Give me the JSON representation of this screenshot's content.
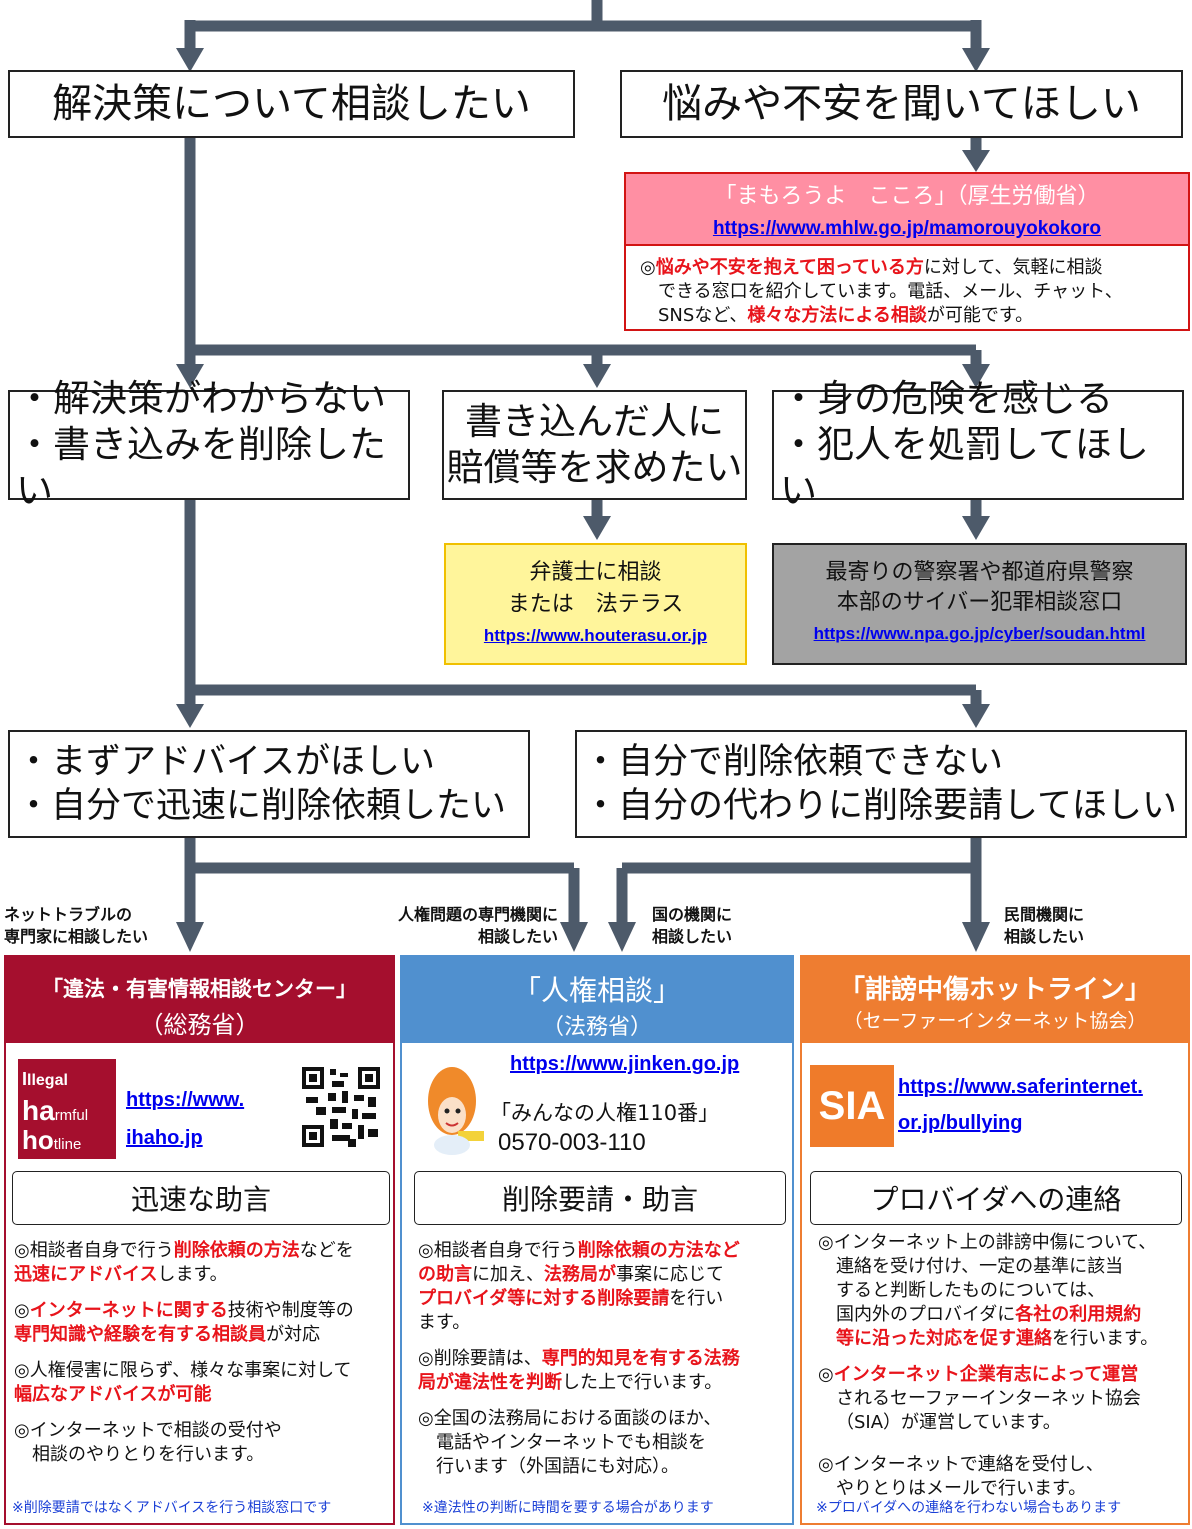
{
  "colors": {
    "flow": "#4d5a6a",
    "mhlw_header": "#ff8fa3",
    "mhlw_border": "#d21414",
    "houterasu_bg": "#fff59b",
    "houterasu_border": "#f0c000",
    "police_bg": "#a3a3a3",
    "card1": "#a50f2e",
    "card2": "#5090cf",
    "card3": "#ee7d31",
    "accent_red": "#e8141b",
    "link": "#0000ee"
  },
  "level1": {
    "left": "解決策について相談したい",
    "right": "悩みや不安を聞いてほしい"
  },
  "mhlw": {
    "title": "「まもろうよ　こころ」（厚生労働省）",
    "url": "https://www.mhlw.go.jp/mamorouyokokoro",
    "desc": {
      "mark": "◎",
      "r1": "悩みや不安を抱えて困っている方",
      "t1": "に対して、気軽に相談",
      "line2": "できる窓口を紹介しています。電話、メール、チャット、",
      "t3a": "SNSなど、",
      "r2": "様々な方法による相談",
      "t3b": "が可能です。"
    }
  },
  "level2": {
    "box1": [
      "・解決策がわからない",
      "・書き込みを削除したい"
    ],
    "box2": [
      "書き込んだ人に",
      "賠償等を求めたい"
    ],
    "box3": [
      "・身の危険を感じる",
      "・犯人を処罰してほしい"
    ]
  },
  "lawyer": {
    "line1": "弁護士に相談",
    "line2": "または　法テラス",
    "url": "https://www.houterasu.or.jp"
  },
  "police": {
    "line1": "最寄りの警察署や都道府県警察",
    "line2": "本部のサイバー犯罪相談窓口",
    "url": "https://www.npa.go.jp/cyber/soudan.html"
  },
  "level3": {
    "box1": [
      "・まずアドバイスがほしい",
      "・自分で迅速に削除依頼したい"
    ],
    "box2": [
      "・自分で削除依頼できない",
      "・自分の代わりに削除要請してほしい"
    ]
  },
  "branch_labels": {
    "a": [
      "ネットトラブルの",
      "専門家に相談したい"
    ],
    "b": [
      "人権問題の専門機関に",
      "相談したい"
    ],
    "c": [
      "国の機関に",
      "相談したい"
    ],
    "d": [
      "民間機関に",
      "相談したい"
    ]
  },
  "card1": {
    "title": "「違法・有害情報相談センター」",
    "sub": "（総務省）",
    "logo": [
      "llegal",
      "ha",
      "rmful",
      "ho",
      "tline"
    ],
    "logo_i": "I",
    "url1": "https://www.",
    "url2": "ihaho.jp",
    "service": "迅速な助言",
    "b1": {
      "t1": "相談者自身で行う",
      "r1": "削除依頼の方法",
      "t2": "などを",
      "r2": "迅速にアドバイス",
      "t3": "します。"
    },
    "b2": {
      "r1": "インターネットに関する",
      "t1": "技術や制度等の",
      "r2": "専門知識や経験を有する相談員",
      "t2": "が対応"
    },
    "b3": {
      "t1": "人権侵害に限らず、様々な事案に対して",
      "r1": "幅広なアドバイスが可能"
    },
    "b4": {
      "t1": "インターネットで相談の受付や",
      "t2": "相談のやりとりを行います。"
    },
    "footnote": "※削除要請ではなくアドバイスを行う相談窓口です"
  },
  "card2": {
    "title": "「人権相談」",
    "sub": "（法務省）",
    "url": "https://www.jinken.go.jp",
    "hotline_name": "「みんなの人権110番」",
    "phone": "0570-003-110",
    "service": "削除要請・助言",
    "b1": {
      "t1": "相談者自身で行う",
      "r1": "削除依頼の方法など",
      "r2": "の助言",
      "t2": "に加え、",
      "r3": "法務局が",
      "t3": "事案に応じて",
      "r4": "プロバイダ等に対する削除要請",
      "t4": "を行い",
      "t5": "ます。"
    },
    "b2": {
      "t1": "削除要請は、",
      "r1": "専門的知見を有する法務",
      "r2": "局が違法性を判断",
      "t2": "した上で行います。"
    },
    "b3": {
      "t1": "全国の法務局における面談のほか、",
      "t2": "電話やインターネットでも相談を",
      "t3": "行います（外国語にも対応）。"
    },
    "footnote": "※違法性の判断に時間を要する場合があります"
  },
  "card3": {
    "title": "「誹謗中傷ホットライン」",
    "sub": "（セーファーインターネット協会）",
    "logo": "SIA",
    "url1": "https://www.saferinternet.",
    "url2": "or.jp/bullying",
    "service": "プロバイダへの連絡",
    "b1": {
      "t1": "インターネット上の誹謗中傷について、",
      "t2": "連絡を受け付け、一定の基準に該当",
      "t3": "すると判断したものについては、",
      "t4": "国内外のプロバイダに",
      "r1": "各社の利用規約",
      "r2": "等に沿った対応を促す連絡",
      "t5": "を行います。"
    },
    "b2": {
      "r1": "インターネット企業有志によって運営",
      "t1": "されるセーファーインターネット協会",
      "t2": "（SIA）が運営しています。"
    },
    "b3": {
      "t1": "インターネットで連絡を受付し、",
      "t2": "やりとりはメールで行います。"
    },
    "footnote": "※プロバイダへの連絡を行わない場合もあります"
  },
  "mark": "◎"
}
